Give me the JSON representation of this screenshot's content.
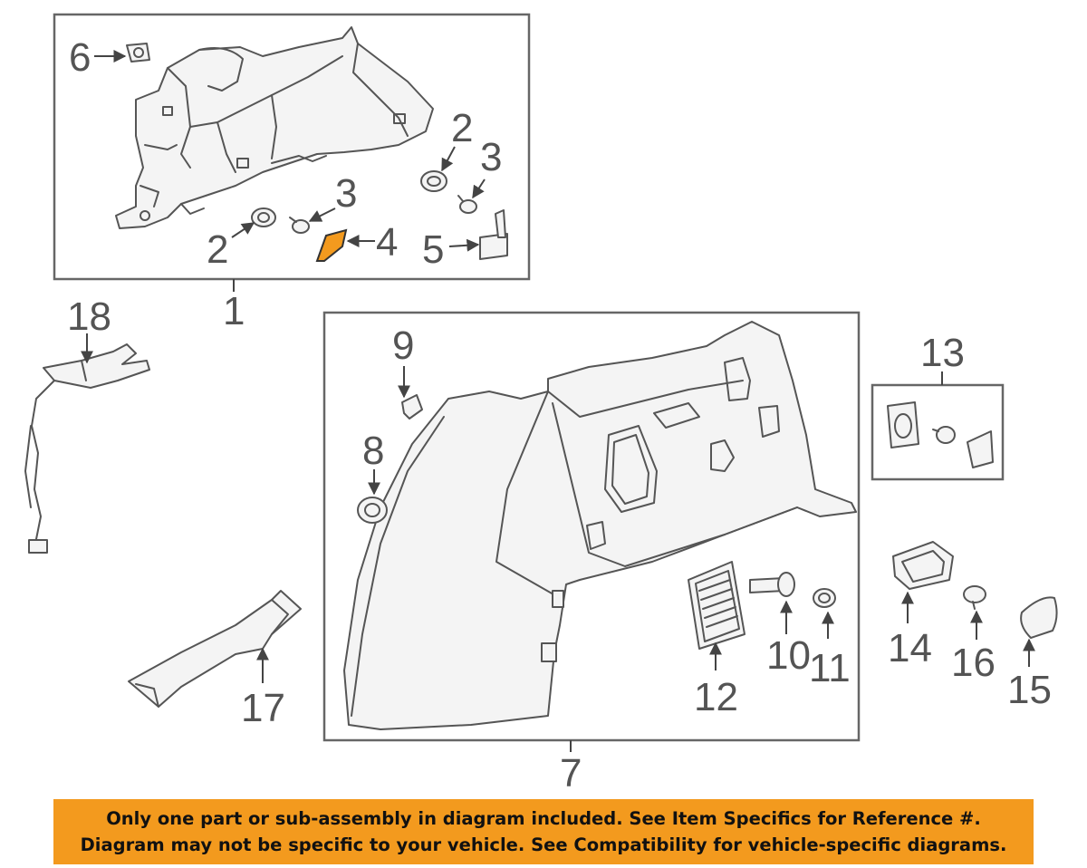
{
  "callouts": {
    "c1": "1",
    "c2a": "2",
    "c2b": "2",
    "c3a": "3",
    "c3b": "3",
    "c4": "4",
    "c5": "5",
    "c6": "6",
    "c7": "7",
    "c8": "8",
    "c9": "9",
    "c10": "10",
    "c11": "11",
    "c12": "12",
    "c13": "13",
    "c14": "14",
    "c15": "15",
    "c16": "16",
    "c17": "17",
    "c18": "18"
  },
  "highlight_color": "#f39a1e",
  "banner": {
    "line1": "Only one part or sub-assembly in diagram included. See Item Specifics for Reference #.",
    "line2": "Diagram may not be specific to your vehicle. See Compatibility for vehicle-specific diagrams."
  }
}
